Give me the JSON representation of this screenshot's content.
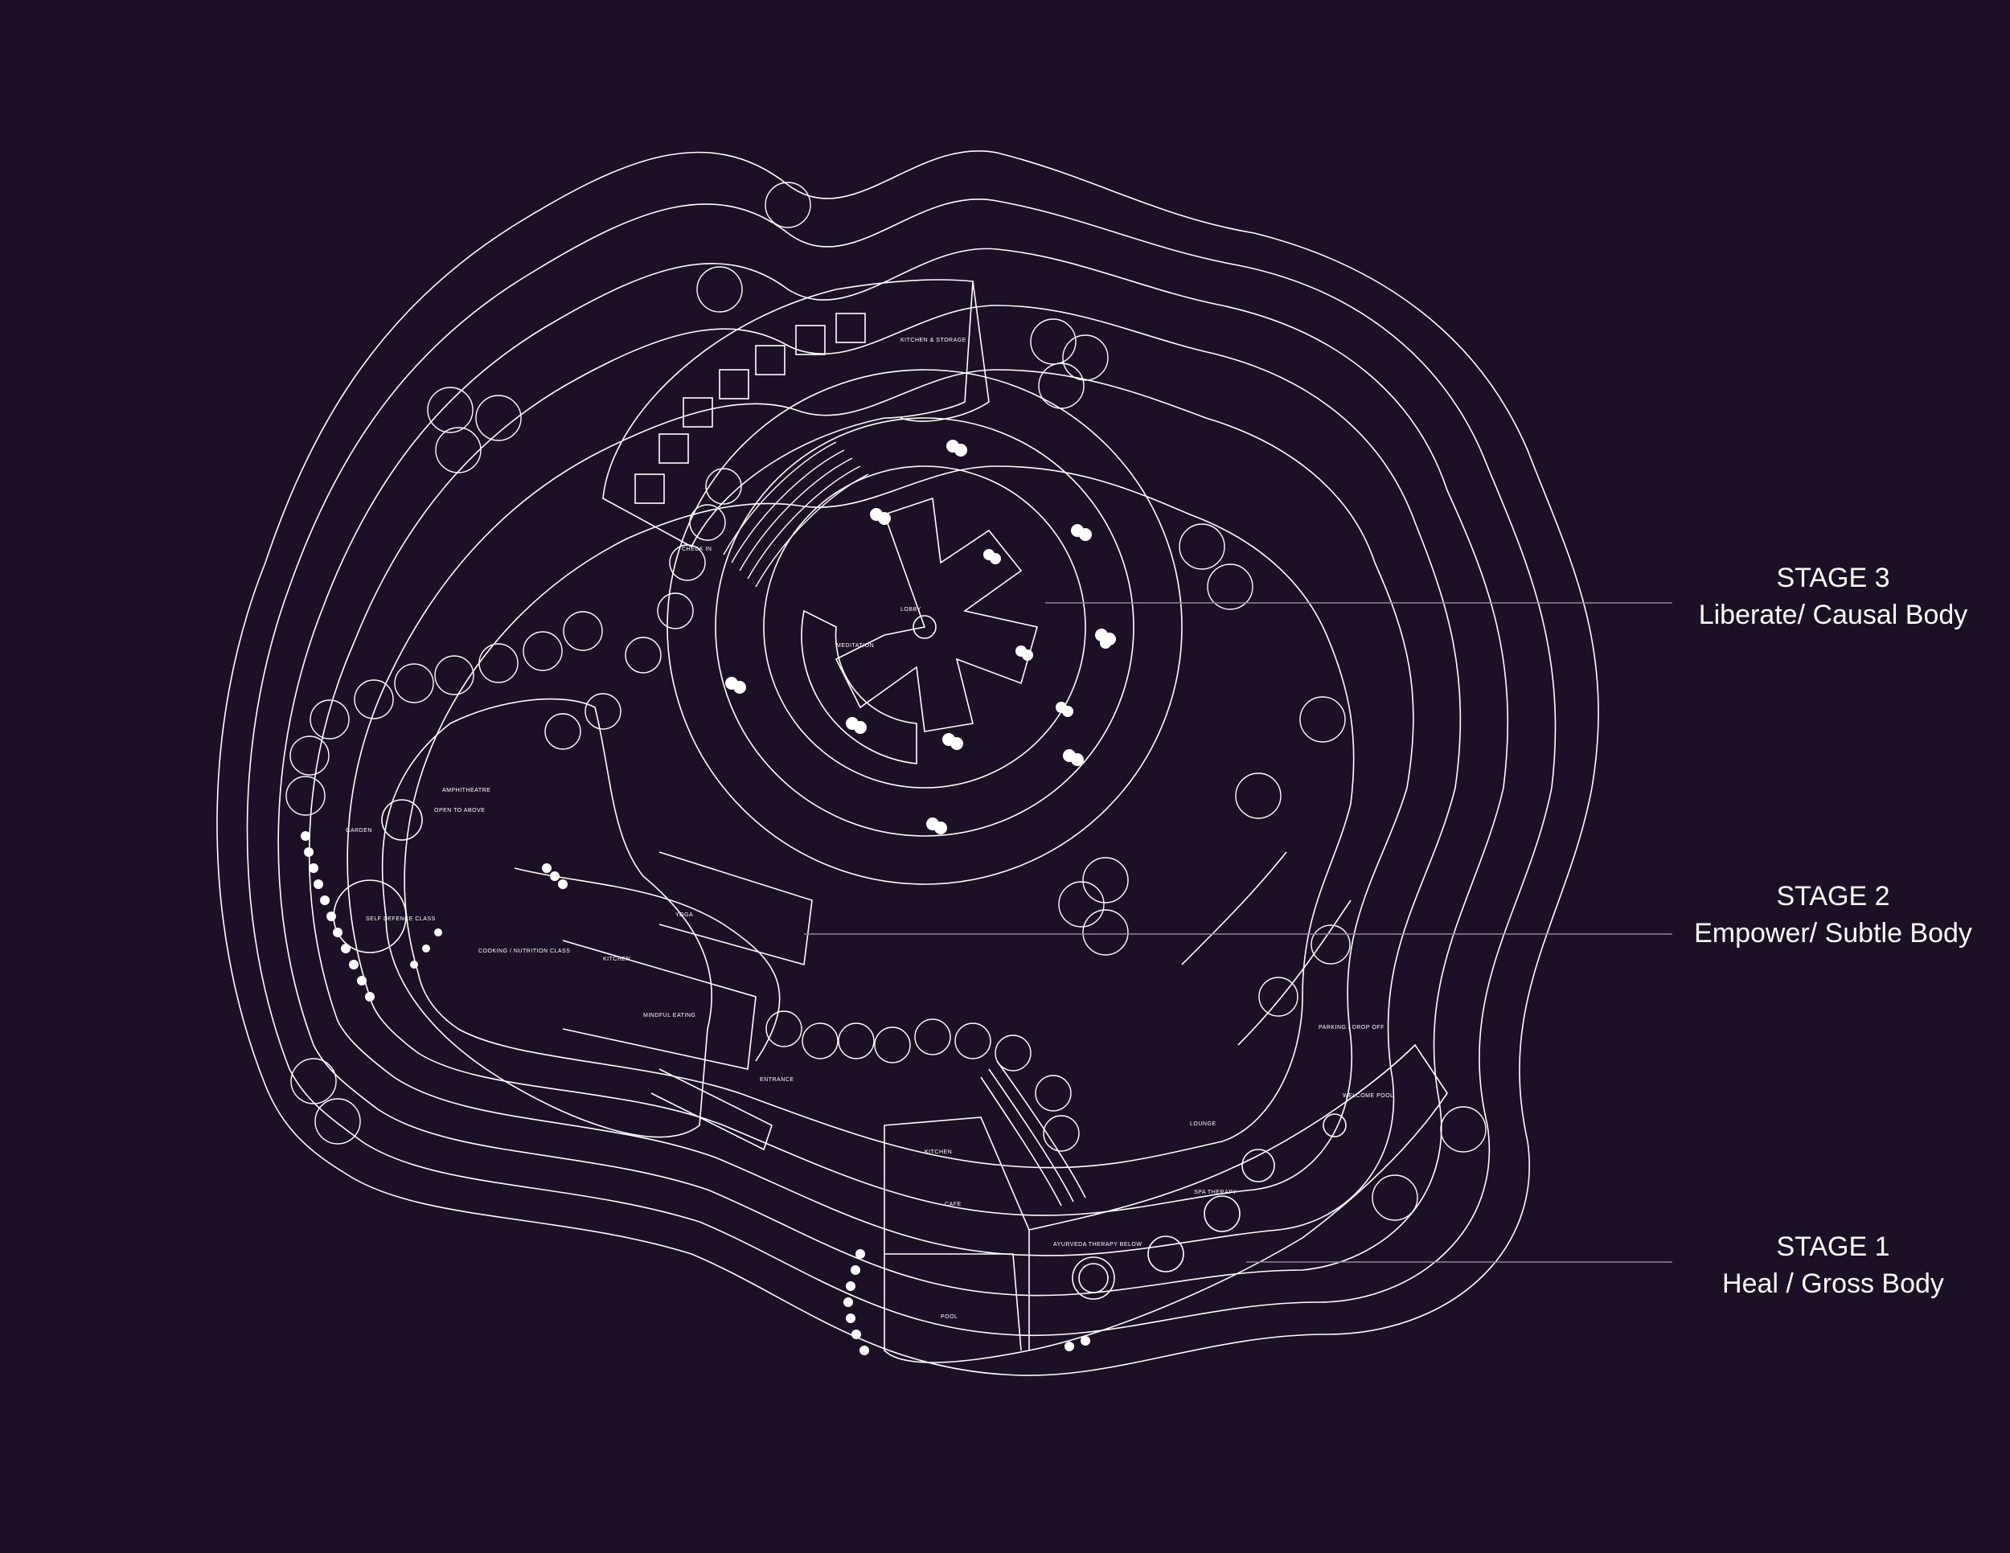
{
  "stages": [
    {
      "id": "stage3",
      "title": "STAGE 3",
      "subtitle": "Liberate/ Causal Body"
    },
    {
      "id": "stage2",
      "title": "STAGE 2",
      "subtitle": "Empower/ Subtle Body"
    },
    {
      "id": "stage1",
      "title": "STAGE 1",
      "subtitle": "Heal / Gross Body"
    }
  ],
  "room_tags": {
    "kitchen_storage": "KITCHEN & STORAGE",
    "check_in": "CHECK IN",
    "amphitheatre": "AMPHITHEATRE",
    "open_to_above": "OPEN TO ABOVE",
    "garden": "GARDEN",
    "self_defence": "SELF DEFENCE CLASS",
    "cooking_nutrition": "COOKING / NUTRITION CLASS",
    "kitchen": "KITCHEN",
    "mindful_eating": "MINDFUL EATING",
    "yoga": "YOGA",
    "entrance": "ENTRANCE",
    "lounge": "LOUNGE",
    "parking": "PARKING / DROP OFF",
    "welcome_pool": "WELCOME POOL",
    "ayurveda": "AYURVEDA THERAPY BELOW",
    "pool": "POOL",
    "cafe": "CAFE",
    "spa": "SPA THERAPY",
    "kitchen2": "KITCHEN",
    "lobby": "LOBBY",
    "meditation": "MEDITATION"
  },
  "colors": {
    "background": "#1b1026",
    "line": "#ffffff",
    "leader": "#8c8598"
  }
}
